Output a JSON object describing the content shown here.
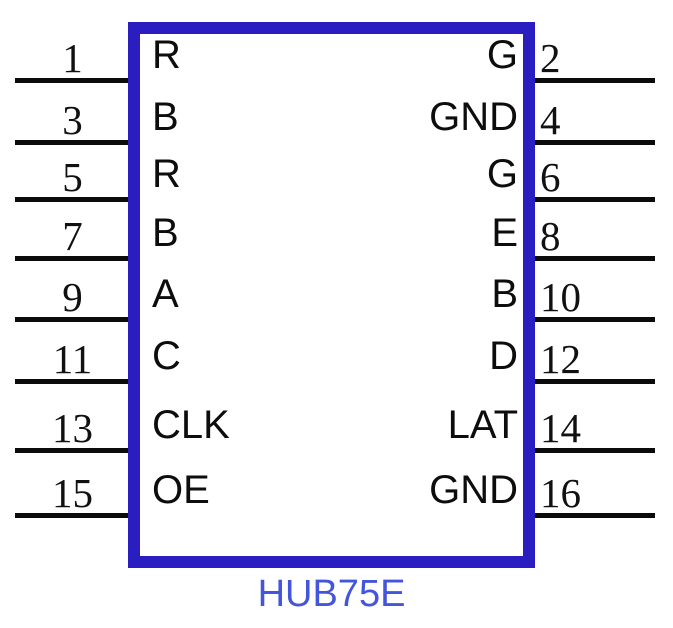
{
  "diagram": {
    "title": "HUB75E",
    "component_type": "connector-pinout",
    "part_label": "HUB75E",
    "colors": {
      "body_border": "#2a1ec0",
      "body_fill": "#ffffff",
      "lead_line": "#0b0b0b",
      "pin_number_text": "#111111",
      "pin_name_text": "#0d0d0d",
      "part_label_text": "#4455dd",
      "background": "#ffffff"
    },
    "pin_count": 16,
    "rows": [
      {
        "left_number": "1",
        "left_name": "R",
        "right_name": "G",
        "right_number": "2"
      },
      {
        "left_number": "3",
        "left_name": "B",
        "right_name": "GND",
        "right_number": "4"
      },
      {
        "left_number": "5",
        "left_name": "R",
        "right_name": "G",
        "right_number": "6"
      },
      {
        "left_number": "7",
        "left_name": "B",
        "right_name": "E",
        "right_number": "8"
      },
      {
        "left_number": "9",
        "left_name": "A",
        "right_name": "B",
        "right_number": "10"
      },
      {
        "left_number": "11",
        "left_name": "C",
        "right_name": "D",
        "right_number": "12"
      },
      {
        "left_number": "13",
        "left_name": "CLK",
        "right_name": "LAT",
        "right_number": "14"
      },
      {
        "left_number": "15",
        "left_name": "OE",
        "right_name": "GND",
        "right_number": "16"
      }
    ]
  }
}
